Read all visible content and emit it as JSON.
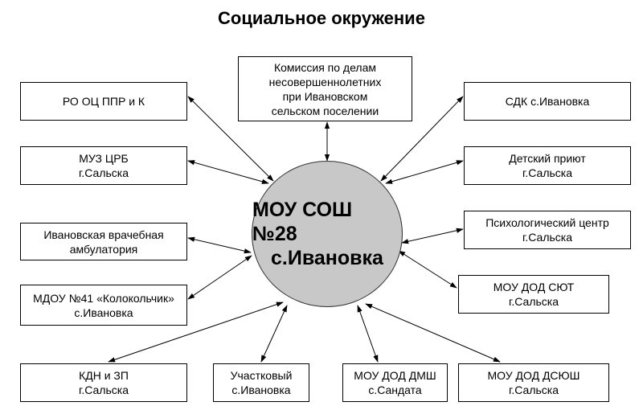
{
  "title": "Социальное окружение",
  "center": {
    "line1": "МОУ СОШ №28",
    "line2": "с.Ивановка"
  },
  "nodes": [
    {
      "id": "commission",
      "lines": [
        "Комиссия по делам",
        "несовершеннолетних",
        "при Ивановском",
        "сельском поселении"
      ]
    },
    {
      "id": "ro-oc",
      "lines": [
        "РО ОЦ ППР и К"
      ]
    },
    {
      "id": "muz-crb",
      "lines": [
        "МУЗ ЦРБ",
        "г.Сальска"
      ]
    },
    {
      "id": "ambulatory",
      "lines": [
        "Ивановская врачебная",
        "амбулатория"
      ]
    },
    {
      "id": "mdou",
      "lines": [
        "МДОУ №41 «Колокольчик»",
        "с.Ивановка"
      ]
    },
    {
      "id": "kdn",
      "lines": [
        "КДН и ЗП",
        "г.Сальска"
      ]
    },
    {
      "id": "police",
      "lines": [
        "Участковый",
        "с.Ивановка"
      ]
    },
    {
      "id": "dmsh",
      "lines": [
        "МОУ ДОД ДМШ",
        "с.Сандата"
      ]
    },
    {
      "id": "dsyush",
      "lines": [
        "МОУ ДОД ДСЮШ",
        "г.Сальска"
      ]
    },
    {
      "id": "sdk",
      "lines": [
        "СДК с.Ивановка"
      ]
    },
    {
      "id": "shelter",
      "lines": [
        "Детский приют",
        "г.Сальска"
      ]
    },
    {
      "id": "psych",
      "lines": [
        "Психологический центр",
        "г.Сальска"
      ]
    },
    {
      "id": "syut",
      "lines": [
        "МОУ ДОД СЮТ",
        "г.Сальска"
      ]
    }
  ]
}
